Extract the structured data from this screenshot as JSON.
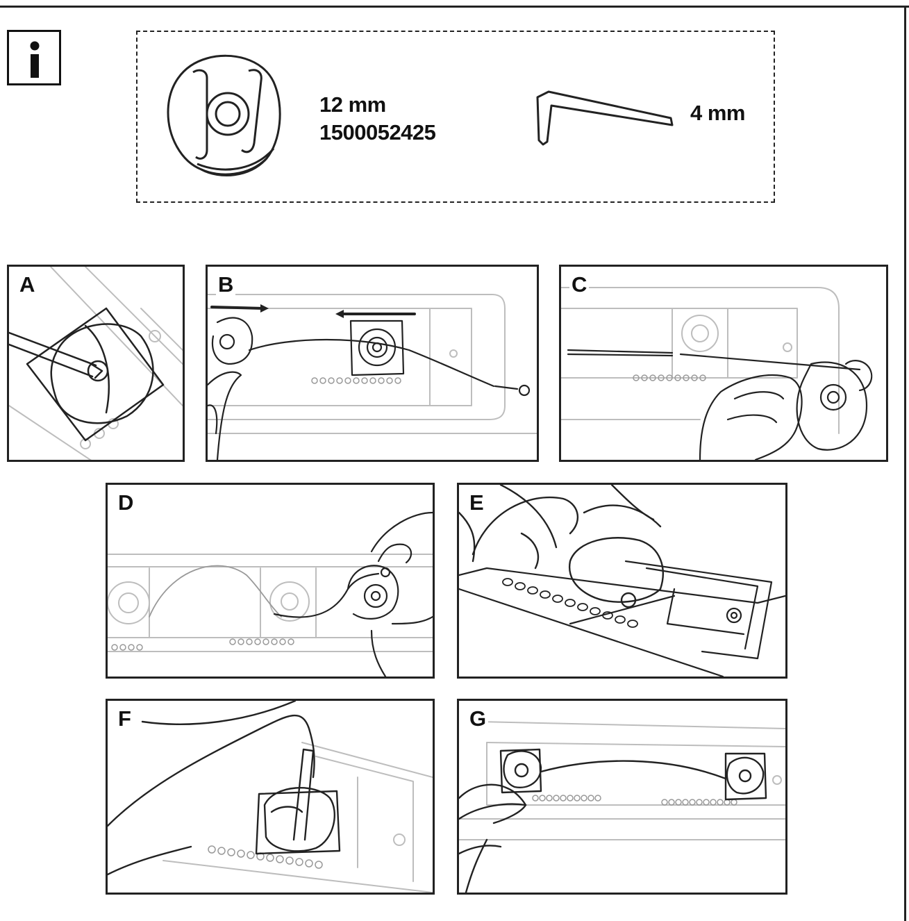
{
  "info_icon": {
    "letter": "i"
  },
  "parts": {
    "nut": {
      "size": "12 mm",
      "part_number": "1500052425",
      "icon": "lock-nut-icon"
    },
    "hex_key": {
      "size": "4 mm",
      "icon": "hex-key-icon"
    }
  },
  "steps": [
    {
      "letter": "A"
    },
    {
      "letter": "B"
    },
    {
      "letter": "C"
    },
    {
      "letter": "D"
    },
    {
      "letter": "E"
    },
    {
      "letter": "F"
    },
    {
      "letter": "G"
    }
  ],
  "colors": {
    "line": "#222222",
    "light_line": "#bdbdbd",
    "background": "#ffffff"
  }
}
